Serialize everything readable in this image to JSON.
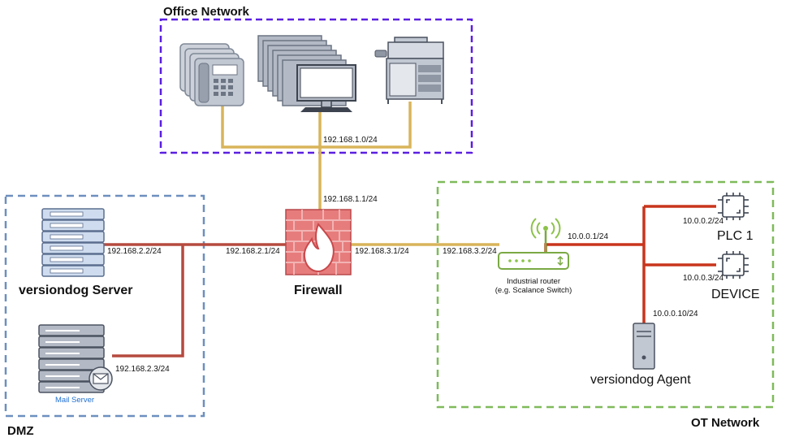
{
  "zones": {
    "office": "Office Network",
    "dmz": "DMZ",
    "ot": "OT Network"
  },
  "devices": {
    "versiondog_server": "versiondog Server",
    "mail_server": "Mail Server",
    "firewall": "Firewall",
    "router_line1": "Industrial router",
    "router_line2": "(e.g. Scalance Switch)",
    "plc1": "PLC 1",
    "device": "DEVICE",
    "agent": "versiondog Agent"
  },
  "ips": {
    "office_subnet": "192.168.1.0/24",
    "fw_office": "192.168.1.1/24",
    "server": "192.168.2.2/24",
    "fw_dmz": "192.168.2.1/24",
    "fw_ot": "192.168.3.1/24",
    "router_wan": "192.168.3.2/24",
    "mail": "192.168.2.3/24",
    "router_lan": "10.0.0.1/24",
    "plc1": "10.0.0.2/24",
    "device": "10.0.0.3/24",
    "agent": "10.0.0.10/24"
  },
  "colors": {
    "office_border": "#5a1fe0",
    "dmz_border": "#6d8fbf",
    "ot_border": "#7fba5a",
    "office_link": "#d8b45a",
    "dmz_link": "#b54a3f",
    "ot_link": "#c8351c",
    "firewall_brick": "#e06b6b",
    "device_gray": "#b4bac5",
    "server_blue": "#cfdcef",
    "router_green": "#8cc24a"
  },
  "icons": [
    "phone-icon",
    "computer-icon",
    "printer-icon",
    "server-icon",
    "mail-server-icon",
    "firewall-icon",
    "router-icon",
    "chip-icon",
    "tower-pc-icon"
  ]
}
